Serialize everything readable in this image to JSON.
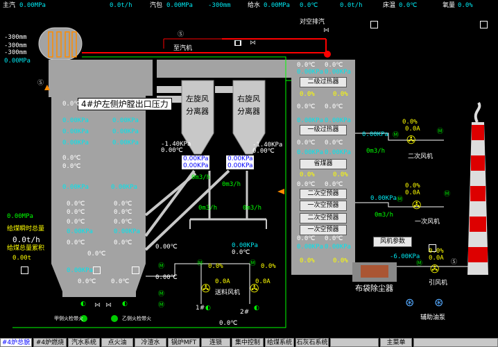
{
  "top_bar": [
    {
      "label": "主汽",
      "value": "0.00MPa"
    },
    {
      "label": "",
      "value": "0.0t/h"
    },
    {
      "label": "汽包",
      "value": "0.00MPa"
    },
    {
      "label": "",
      "value": "-300mm"
    },
    {
      "label": "给水",
      "value": "0.00MPa"
    },
    {
      "label": "",
      "value": "0.0℃"
    },
    {
      "label": "",
      "value": "0.0t/h"
    },
    {
      "label": "床温",
      "value": "0.0℃"
    },
    {
      "label": "氧量",
      "value": "0.0%"
    }
  ],
  "drum": {
    "levels": [
      "-300mm",
      "-300mm",
      "-300mm"
    ],
    "pressure": "0.00MPa"
  },
  "exhaust_label": "对空排汽",
  "steam_machine_label": "至汽机",
  "tooltip": "4#炉左侧炉膛出口压力",
  "cyclones": {
    "left": "左旋风\n分离器",
    "right": "右旋风\n分离器",
    "left_press": "-1.40KPa",
    "left_temp": "0.00℃",
    "right_press": "-1.40KPa",
    "right_temp": "0.00℃",
    "left_box": [
      "0.00KPa",
      "0.00KPa"
    ],
    "right_box": [
      "0.00KPa",
      "0.00KPa"
    ]
  },
  "furnace_readings": {
    "pa": "0.00KPa",
    "c": "0.0℃",
    "c2": "0.00℃",
    "pct": "0.0%"
  },
  "heat_exchangers": {
    "s2": "二级过热器",
    "s1": "一级过热器",
    "eco": "省煤器",
    "a1": "二次空预器",
    "a2": "一次空预器",
    "a3": "二次空预器",
    "a4": "一次空预器"
  },
  "fans": {
    "secondary": "二次风机",
    "primary": "一次风机",
    "induced": "引风机",
    "feed": "送料风机",
    "pressure": "0.00KPa",
    "flow": "0m3/h",
    "pct": "0.0%",
    "amp": "0.0A",
    "id_press": "-6.00KPa",
    "id_pct": "0.0%",
    "id_amp": "0.0A"
  },
  "wind_params_btn": "风机参数",
  "bag_filter": "布袋除尘器",
  "aux_pump": "辅助油泵",
  "coal": {
    "press": "0.00MPa",
    "instant_label": "给煤瞬时总量",
    "instant": "0.0t/h",
    "total_label": "给煤总量累积",
    "total": "0.00t"
  },
  "bottom_labels": {
    "left_feeder": "甲侧火检带火",
    "right_feeder": "乙侧火检带火",
    "n1": "1#",
    "n2": "2#"
  },
  "tabs": [
    "#4炉总貌",
    "#4炉燃烧",
    "汽水系统",
    "点火油",
    "冷渣水",
    "锅炉MFT",
    "连锁",
    "集中控制",
    "给煤系统",
    "石灰石系统",
    "",
    "主菜单"
  ],
  "colors": {
    "steam_red": "#ff0000",
    "air_orange": "#ff8c00",
    "line_green": "#00ff00",
    "vessel": "#a3a3a3"
  }
}
